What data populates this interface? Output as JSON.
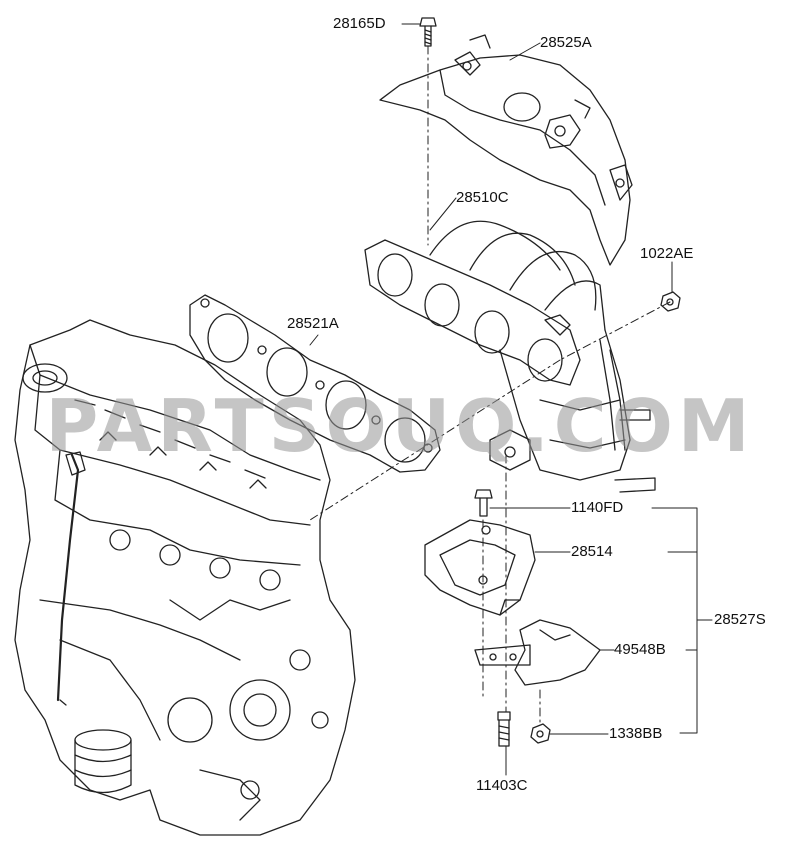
{
  "diagram": {
    "watermark": "PARTSOUQ.COM",
    "line_color": "#222222",
    "watermark_color": "#969696",
    "labels": {
      "bolt_top": "28165D",
      "heat_shield": "28525A",
      "manifold": "28510C",
      "nut": "1022AE",
      "gasket": "28521A",
      "bolt_mid": "1140FD",
      "bracket": "28514",
      "stay": "49548B",
      "assembly": "28527S",
      "nut_small": "1338BB",
      "bolt_bottom": "11403C"
    }
  }
}
